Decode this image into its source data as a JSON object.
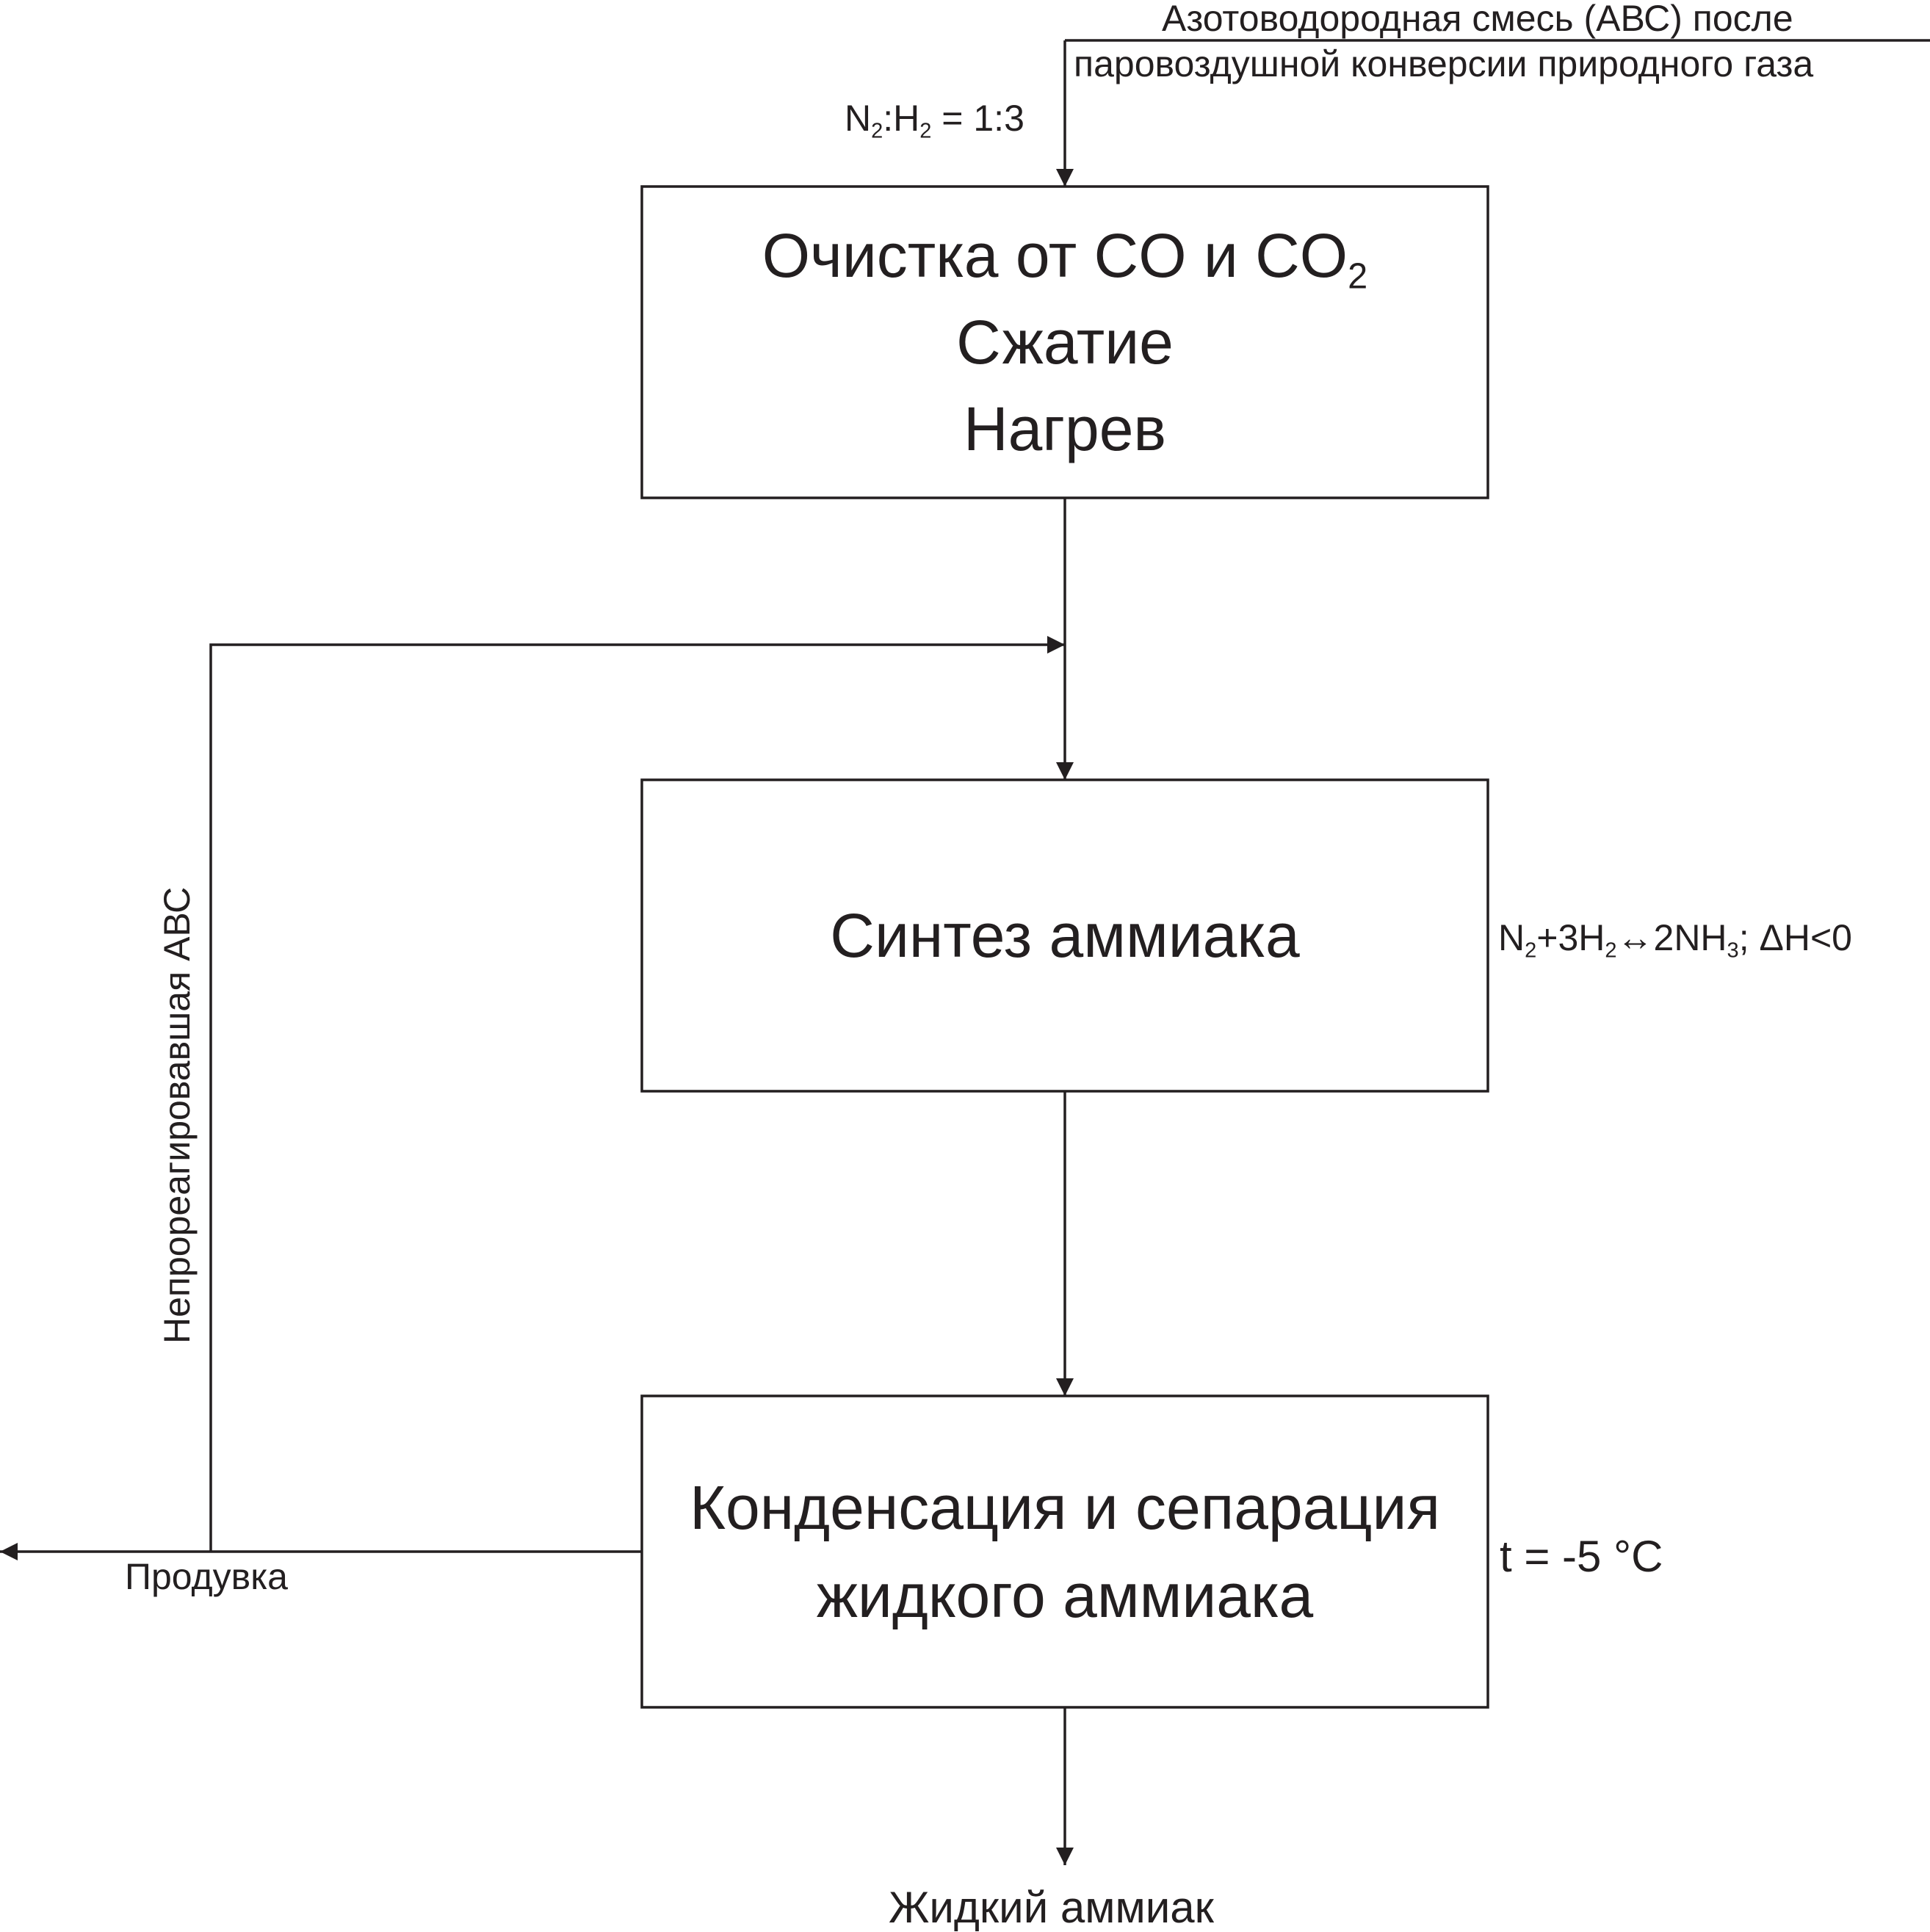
{
  "input_feed": {
    "line1": "Азотоводородная смесь (АВС) после",
    "line2": "паровоздушной конверсии природного газа"
  },
  "ratio": {
    "n": "N",
    "sub1": "2",
    "h": ":H",
    "sub2": "2",
    "rest": " = 1:3"
  },
  "box1": {
    "line1_main": "Очистка от CO и CO",
    "line1_sub": "2",
    "line2": "Сжатие",
    "line3": "Нагрев"
  },
  "box2": {
    "label": "Синтез аммиака"
  },
  "reaction": {
    "n": "N",
    "s1": "2",
    "mid1": "+3H",
    "s2": "2",
    "mid2": "↔2NH",
    "s3": "3",
    "rest": "; ΔH<0"
  },
  "box3": {
    "line1": "Конденсация и сепарация",
    "line2": "жидкого аммиака"
  },
  "temperature": {
    "label": "t = -5 °C"
  },
  "recycle": {
    "label": "Непрореагировавшая АВС"
  },
  "purge": {
    "label": "Продувка"
  },
  "product": {
    "label": "Жидкий аммиак"
  },
  "colors": {
    "ink": "#231f20",
    "background": "#ffffff"
  }
}
